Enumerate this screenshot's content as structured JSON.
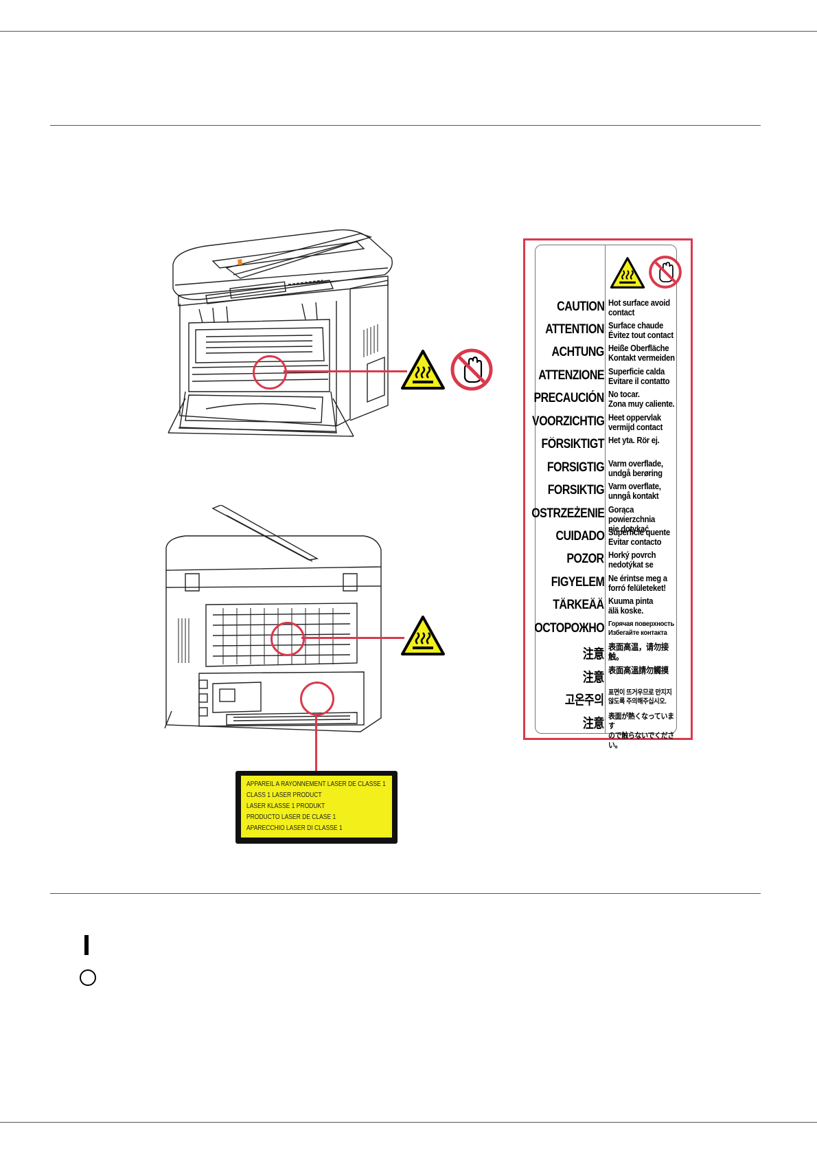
{
  "laser_label": {
    "lines": [
      "APPAREIL A RAYONNEMENT LASER DE CLASSE 1",
      "CLASS 1 LASER PRODUCT",
      "LASER KLASSE 1 PRODUKT",
      "PRODUCTO LASER DE CLASE 1",
      "APARECCHIO LASER DI CLASSE 1"
    ]
  },
  "warning_label": {
    "rows": [
      {
        "word": "CAUTION",
        "message": "Hot surface avoid\ncontact"
      },
      {
        "word": "ATTENTION",
        "message": "Surface chaude\nÉvitez tout contact"
      },
      {
        "word": "ACHTUNG",
        "message": "Heiße Oberfläche\nKontakt vermeiden"
      },
      {
        "word": "ATTENZIONE",
        "message": "Superficie calda\nEvitare il contatto"
      },
      {
        "word": "PRECAUCIÓN",
        "message": "No tocar.\nZona muy caliente."
      },
      {
        "word": "VOORZICHTIG",
        "message": "Heet oppervlak\nvermijd contact"
      },
      {
        "word": "FÖRSIKTIGT",
        "message": "Het yta. Rör ej."
      },
      {
        "word": "FORSIGTIG",
        "message": "Varm overflade,\nundgå berøring"
      },
      {
        "word": "FORSIKTIG",
        "message": "Varm overflate,\nunngå kontakt"
      },
      {
        "word": "OSTRZEŻENIE",
        "message": "Gorąca powierzchnia\nnie dotykać"
      },
      {
        "word": "CUIDADO",
        "message": "Superfície quente\nEvitar contacto"
      },
      {
        "word": "POZOR",
        "message": "Horký povrch\nnedotýkat se"
      },
      {
        "word": "FIGYELEM",
        "message": "Ne érintse meg a\nforró felületeket!"
      },
      {
        "word": "TÄRKEÄÄ",
        "message": "Kuuma pinta\nälä koske."
      },
      {
        "word": "ОСТОРОЖНО",
        "message": "Горячая поверхность\nИзбегайте контакта"
      },
      {
        "word": "注意",
        "message": "表面高温，请勿接触。"
      },
      {
        "word": "注意",
        "message": "表面高溫請勿觸摸"
      },
      {
        "word": "고온주의",
        "message": "표면이 뜨거우므로 만지지\n않도록 주의해주십시오."
      },
      {
        "word": "注意",
        "message": "表面が熱くなっています\nので触らないでください。"
      }
    ]
  },
  "icons": {
    "hot_surface": "hot-surface-warning-icon",
    "no_touch": "do-not-touch-icon",
    "power_on": "power-on-symbol-icon",
    "power_off": "power-off-symbol-icon"
  },
  "colors": {
    "callout": "#d9394c",
    "warning_yellow": "#f2ef1a"
  }
}
